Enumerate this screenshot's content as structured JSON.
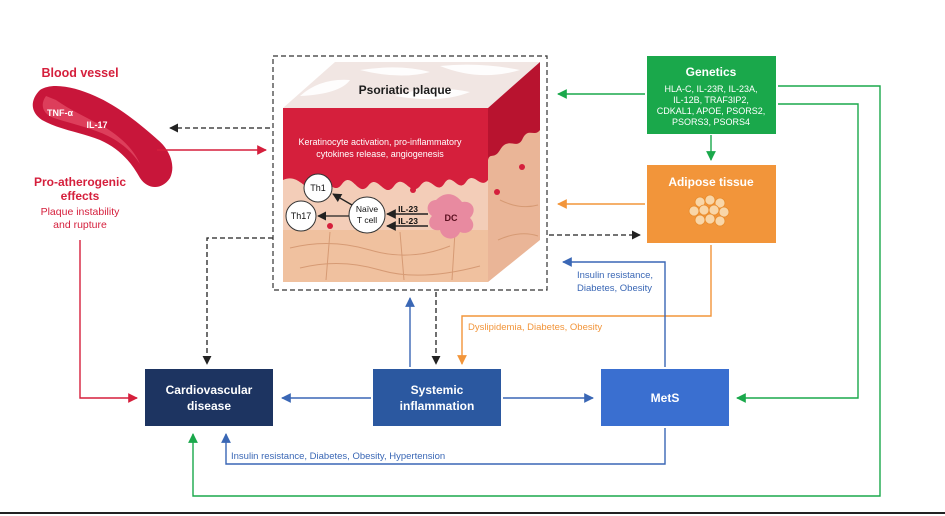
{
  "plaque": {
    "title": "Psoriatic plaque",
    "description_line1": "Keratinocyte activation, pro-inflammatory",
    "description_line2": "cytokines release, angiogenesis",
    "th1": "Th1",
    "th17": "Th17",
    "naive_line1": "Naïve",
    "naive_line2": "T cell",
    "il23_a": "IL-23",
    "il23_b": "IL-23",
    "dc": "DC"
  },
  "blood_vessel": {
    "title": "Blood vessel",
    "tnf": "TNF-α",
    "il17": "IL-17",
    "effects_line1": "Pro-atherogenic",
    "effects_line2": "effects",
    "detail_line1": "Plaque instability",
    "detail_line2": "and rupture"
  },
  "genetics": {
    "title": "Genetics",
    "line1": "HLA-C, IL-23R, IL-23A,",
    "line2": "IL-12B, TRAF3IP2,",
    "line3": "CDKAL1, APOE, PSORS2,",
    "line4": "PSORS3, PSORS4"
  },
  "adipose": {
    "title": "Adipose tissue"
  },
  "cvd": {
    "line1": "Cardiovascular",
    "line2": "disease"
  },
  "systemic": {
    "line1": "Systemic",
    "line2": "inflammation"
  },
  "mets": {
    "title": "MetS"
  },
  "labels": {
    "insulin_line1": "Insulin resistance,",
    "insulin_line2": "Diabetes, Obesity",
    "dyslipidemia": "Dyslipidemia, Diabetes, Obesity",
    "bottom": "Insulin resistance, Diabetes, Obesity, Hypertension"
  },
  "colors": {
    "red": "#d51f3c",
    "green": "#1aa84b",
    "orange": "#f2953a",
    "navy": "#1d3461",
    "blue_dark": "#2b58a0",
    "blue": "#3a6fd0",
    "arrow_blue": "#3a67b5"
  }
}
